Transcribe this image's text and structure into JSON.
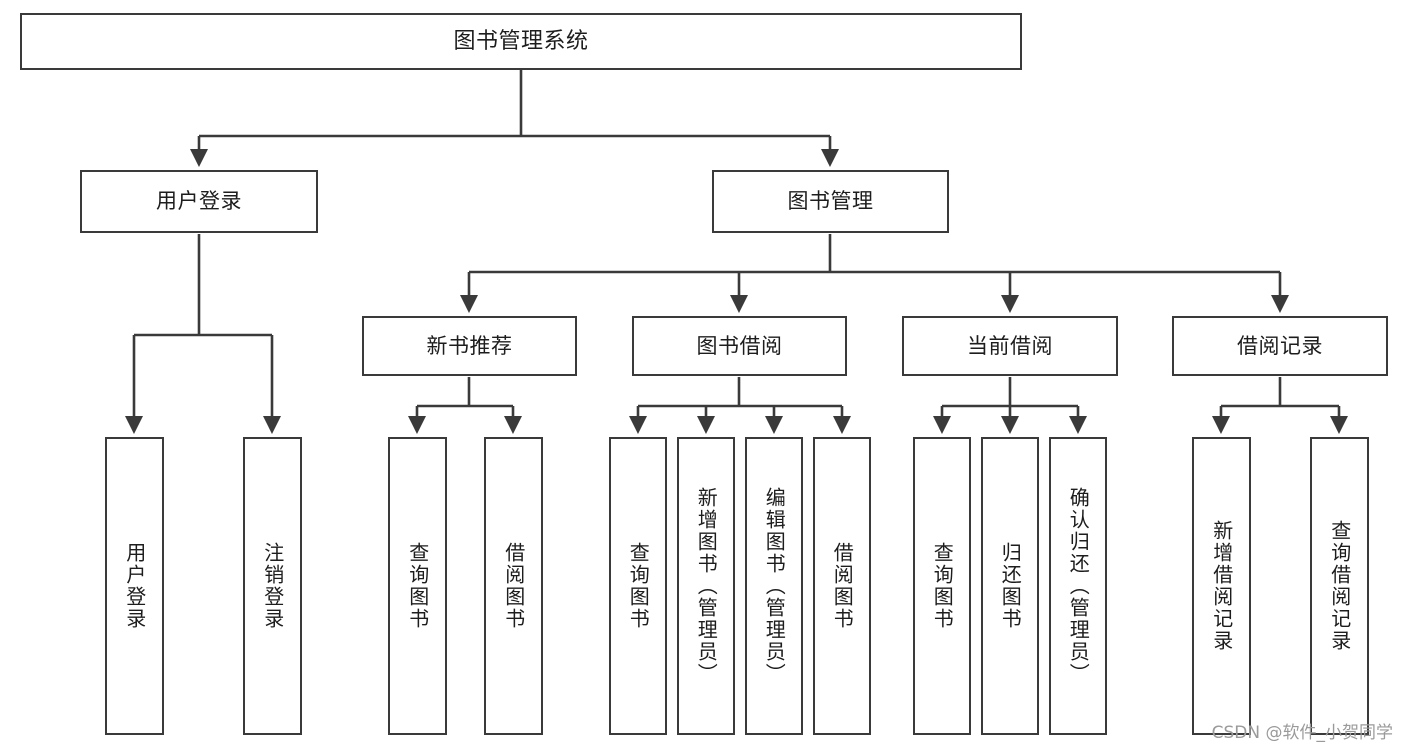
{
  "diagram": {
    "title": "图书管理系统",
    "type": "tree-hierarchy-chart",
    "stroke_color": "#3a3a3a",
    "fill_color": "#ffffff",
    "text_color": "#1d1d1d",
    "watermark": "CSDN @软件_小贺同学"
  },
  "nodes": {
    "root": {
      "label": "图书管理系统"
    },
    "tier2": [
      {
        "label": "用户登录"
      },
      {
        "label": "图书管理"
      }
    ],
    "tier3": [
      {
        "label": "新书推荐"
      },
      {
        "label": "图书借阅"
      },
      {
        "label": "当前借阅"
      },
      {
        "label": "借阅记录"
      }
    ],
    "leaves_user_login": [
      {
        "label": "用户登录"
      },
      {
        "label": "注销登录"
      }
    ],
    "leaves_new_book": [
      {
        "label": "查询图书"
      },
      {
        "label": "借阅图书"
      }
    ],
    "leaves_borrow": [
      {
        "label": "查询图书"
      },
      {
        "label": "新增图书（管理员）"
      },
      {
        "label": "编辑图书（管理员）"
      },
      {
        "label": "借阅图书"
      }
    ],
    "leaves_current": [
      {
        "label": "查询图书"
      },
      {
        "label": "归还图书"
      },
      {
        "label": "确认归还（管理员）"
      }
    ],
    "leaves_record": [
      {
        "label": "新增借阅记录"
      },
      {
        "label": "查询借阅记录"
      }
    ]
  }
}
